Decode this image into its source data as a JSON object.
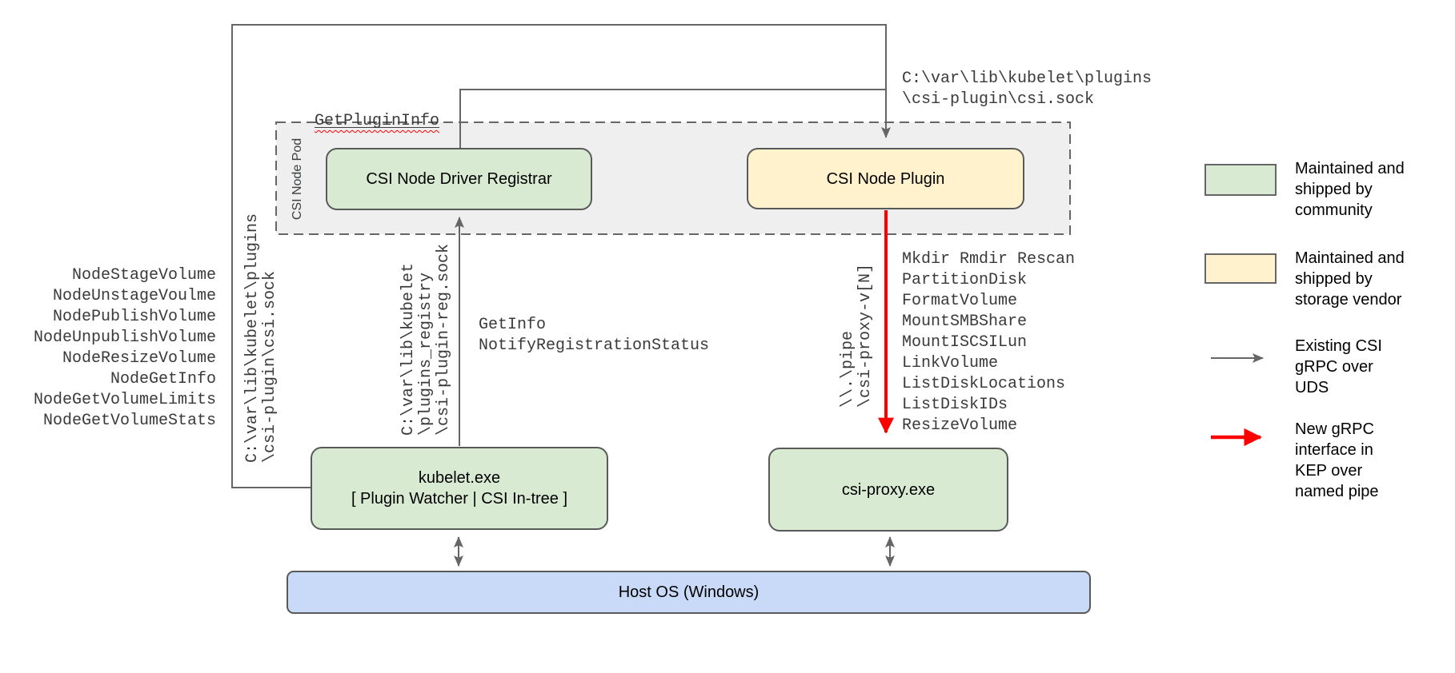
{
  "diagram": {
    "pod_label": "CSI Node Pod",
    "boxes": {
      "registrar": "CSI Node Driver Registrar",
      "plugin": "CSI Node Plugin",
      "kubelet": "kubelet.exe\n[ Plugin Watcher | CSI In-tree ]",
      "csi_proxy": "csi-proxy.exe",
      "host_os": "Host OS (Windows)"
    },
    "labels": {
      "get_plugin_info": "GetPluginInfo",
      "csi_sock_top": "C:\\var\\lib\\kubelet\\plugins\n\\csi-plugin\\csi.sock",
      "csi_sock_left": "C:\\var\\lib\\kubelet\\plugins\n\\csi-plugin\\csi.sock",
      "registration_sock": "C:\\var\\lib\\kubelet\n\\plugins_registry\n\\csi-plugin-reg.sock",
      "named_pipe": "\\\\.\\pipe\n\\csi-proxy-v[N]",
      "registration_rpcs": [
        "GetInfo",
        "NotifyRegistrationStatus"
      ],
      "node_rpcs": [
        "NodeStageVolume",
        "NodeUnstageVoulme",
        "NodePublishVolume",
        "NodeUnpublishVolume",
        "NodeResizeVolume",
        "NodeGetInfo",
        "NodeGetVolumeLimits",
        "NodeGetVolumeStats"
      ],
      "proxy_rpcs": [
        "Mkdir Rmdir Rescan",
        "PartitionDisk",
        "FormatVolume",
        "MountSMBShare",
        "MountISCSILun",
        "LinkVolume",
        "ListDiskLocations",
        "ListDiskIDs",
        "ResizeVolume"
      ]
    },
    "legend": {
      "items": [
        {
          "swatch": "green-box",
          "text": "Maintained and\nshipped by\ncommunity"
        },
        {
          "swatch": "yellow-box",
          "text": "Maintained and\nshipped by\nstorage vendor"
        },
        {
          "swatch": "gray-arrow",
          "text": "Existing CSI\ngRPC over\nUDS"
        },
        {
          "swatch": "red-arrow",
          "text": "New gRPC\ninterface in\nKEP over\nnamed pipe"
        }
      ]
    },
    "colors": {
      "community_green": "#d9ead3",
      "vendor_yellow": "#fff2cc",
      "host_blue": "#c9daf8",
      "pod_fill": "#efefef",
      "line_gray": "#666666",
      "new_rpc_red": "#ff0000"
    }
  }
}
